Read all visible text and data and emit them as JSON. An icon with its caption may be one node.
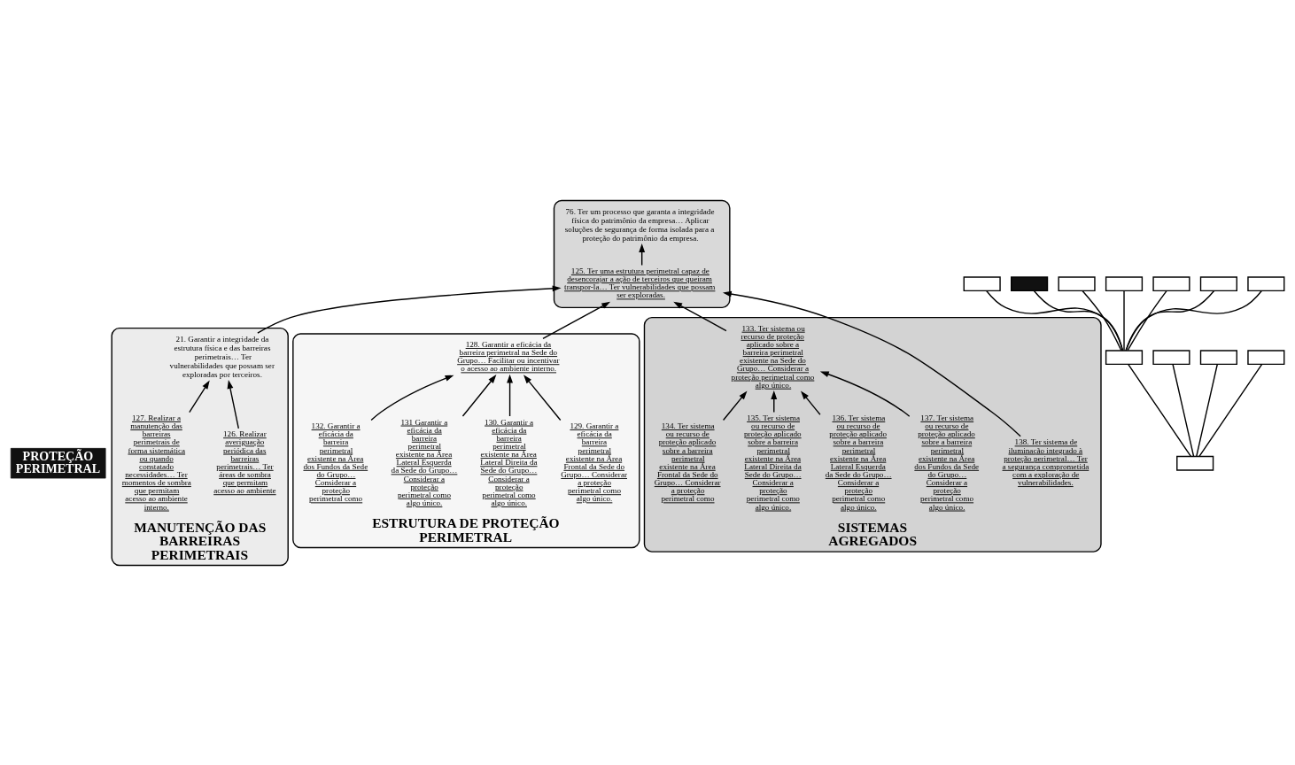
{
  "diagram": {
    "nodes": [
      {
        "text": [
          "PROTEÇÃO PERIMETRAL"
        ]
      },
      {
        "text": [],
        "shape": "cloud"
      },
      {
        "text": [
          "76. Ter um processo que garanta a integridade física do patrimônio da empresa… Aplicar soluções de segurança de forma isolada para a proteção do patrimônio da empresa."
        ],
        "in": 1
      },
      {
        "text": [
          "125. Ter uma estrutura perimetral capaz de desencorajar a ação de terceiros que queiram transpor-la… Ter vulnerabilidades que possam ser exploradas."
        ],
        "in": 1
      },
      {
        "text": [
          "MANUTENÇÃO DAS BARREIRAS PERIMETRAIS"
        ]
      },
      {
        "text": [
          "21. Garantir a integridade da estrutura física e das barreiras perimetrais… Ter vulnerabilidades que possam ser exploradas por terceiros."
        ],
        "in": 4
      },
      {
        "text": [
          "126. Realizar averiguação periódica das barreiras perimetrais… Ter áreas de sombra que permitam acesso ao ambiente"
        ],
        "in": 4
      },
      {
        "text": [
          "127. Realizar a manutenção das barreiras perimetrais de forma sistemática ou quando constatado necessidades… Ter momentos de sombra que permitam acesso ao ambiente interno."
        ],
        "in": 4
      },
      {
        "text": [
          "ESTRUTURA DE PROTEÇÃO PERIMETRAL"
        ]
      },
      {
        "text": [
          "128. Garantir a eficácia da barreira perimetral na Sede do Grupo… Facilitar ou incentivar o acesso ao ambiente interno."
        ],
        "in": 8
      },
      {
        "text": [
          "129. Garantir a eficácia da barreira perimetral existente na Área Frontal da Sede do Grupo… Considerar a proteção perimetral como algo único."
        ],
        "in": 8
      },
      {
        "text": [
          "130. Garantir a eficácia da barreira perimetral existente na Área Lateral Direita da Sede do Grupo… Considerar a proteção perimetral como algo único."
        ],
        "in": 8
      },
      {
        "text": [
          "131 Garantir a eficácia da barreira perimetral existente na Área Lateral Esquerda da Sede do Grupo… Considerar a proteção perimetral como algo único."
        ],
        "in": 8
      },
      {
        "text": [
          "132. Garantir a eficácia da barreira perimetral existente na Área dos Fundos da Sede do Grupo… Considerar a proteção perimetral como"
        ],
        "in": 8
      },
      {
        "text": [
          "SISTEMAS AGREGADOS"
        ]
      },
      {
        "text": [
          "133. Ter sistema ou recurso de proteção aplicado sobre a barreira perimetral existente na Sede do Grupo… Considerar a proteção perimetral como algo único."
        ],
        "in": 14
      },
      {
        "text": [
          "138. Ter sistema de iluminação integrado à proteção perimetral… Ter a segurança comprometida com a exploração de vulnerabilidades."
        ],
        "in": 14
      },
      {
        "text": [
          "137. Ter sistema ou recurso de proteção aplicado sobre a barreira perimetral existente na Área dos Fundos da Sede do Grupo… Considerar a proteção perimetral como algo único."
        ],
        "in": 14
      },
      {
        "text": [
          "136. Ter sistema ou recurso de proteção aplicado sobre a barreira perimetral existente na Área Lateral Esquerda da Sede do Grupo… Considerar a proteção perimetral como algo único."
        ],
        "in": 14
      },
      {
        "text": [
          "135. Ter sistema ou recurso de proteção aplicado sobre a barreira perimetral existente na Área Lateral Direita da Sede do Grupo… Considerar a proteção perimetral como algo único."
        ],
        "in": 14
      },
      {
        "text": [
          "134. Ter sistema ou recurso de proteção aplicado sobre a barreira perimetral existente na Área Frontal da Sede do Grupo… Considerar a proteção perimetral como"
        ],
        "in": 14
      },
      {
        "text": [],
        "shape": "box"
      },
      {
        "text": [],
        "shape": "box"
      },
      {
        "text": [],
        "shape": "box"
      },
      {
        "text": [],
        "shape": "box"
      },
      {
        "text": [],
        "shape": "box"
      },
      {
        "text": [],
        "shape": "box"
      },
      {
        "text": [],
        "shape": "box"
      },
      {
        "text": [],
        "shape": "box"
      },
      {
        "text": [],
        "shape": "box"
      },
      {
        "text": [],
        "shape": "box"
      },
      {
        "text": [],
        "shape": "box"
      },
      {
        "text": [],
        "shape": "box"
      }
    ],
    "edges": [
      {
        "from": 3,
        "to": 2,
        "arrow": "to"
      },
      {
        "from": 5,
        "to": 3,
        "arrow": "to"
      },
      {
        "from": 9,
        "to": 3,
        "arrow": "to"
      },
      {
        "from": 15,
        "to": 3,
        "arrow": "to"
      },
      {
        "from": 16,
        "to": 3,
        "arrow": "to"
      },
      {
        "from": 6,
        "to": 5,
        "arrow": "to"
      },
      {
        "from": 7,
        "to": 5,
        "arrow": "to"
      },
      {
        "from": 10,
        "to": 9,
        "arrow": "to"
      },
      {
        "from": 11,
        "to": 9,
        "arrow": "to"
      },
      {
        "from": 12,
        "to": 9,
        "arrow": "to"
      },
      {
        "from": 13,
        "to": 9,
        "arrow": "to"
      },
      {
        "from": 17,
        "to": 15,
        "arrow": "to"
      },
      {
        "from": 18,
        "to": 15,
        "arrow": "to"
      },
      {
        "from": 19,
        "to": 15,
        "arrow": "to"
      },
      {
        "from": 20,
        "to": 15,
        "arrow": "to"
      },
      {
        "from": 21,
        "to": 22,
        "arrow": "none"
      },
      {
        "from": 21,
        "to": 23,
        "arrow": "none"
      },
      {
        "from": 21,
        "to": 24,
        "arrow": "none"
      },
      {
        "from": 21,
        "to": 25,
        "arrow": "none"
      },
      {
        "from": 22,
        "to": 26,
        "arrow": "none"
      },
      {
        "from": 22,
        "to": 27,
        "arrow": "none"
      },
      {
        "from": 22,
        "to": 28,
        "arrow": "none"
      },
      {
        "from": 22,
        "to": 29,
        "arrow": "none"
      },
      {
        "from": 22,
        "to": 30,
        "arrow": "none"
      },
      {
        "from": 22,
        "to": 31,
        "arrow": "none"
      },
      {
        "from": 22,
        "to": 32,
        "arrow": "none"
      }
    ]
  }
}
